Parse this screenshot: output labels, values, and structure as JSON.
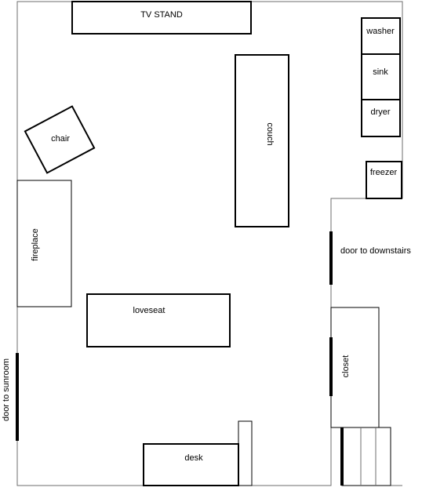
{
  "labels": {
    "tv_stand": "TV STAND",
    "washer": "washer",
    "sink": "sink",
    "dryer": "dryer",
    "chair": "chair",
    "couch": "couch",
    "freezer": "freezer",
    "fireplace": "fireplace",
    "door_downstairs": "door to downstairs",
    "loveseat": "loveseat",
    "closet": "closet",
    "door_sunroom": "door to sunroom",
    "desk": "desk"
  }
}
